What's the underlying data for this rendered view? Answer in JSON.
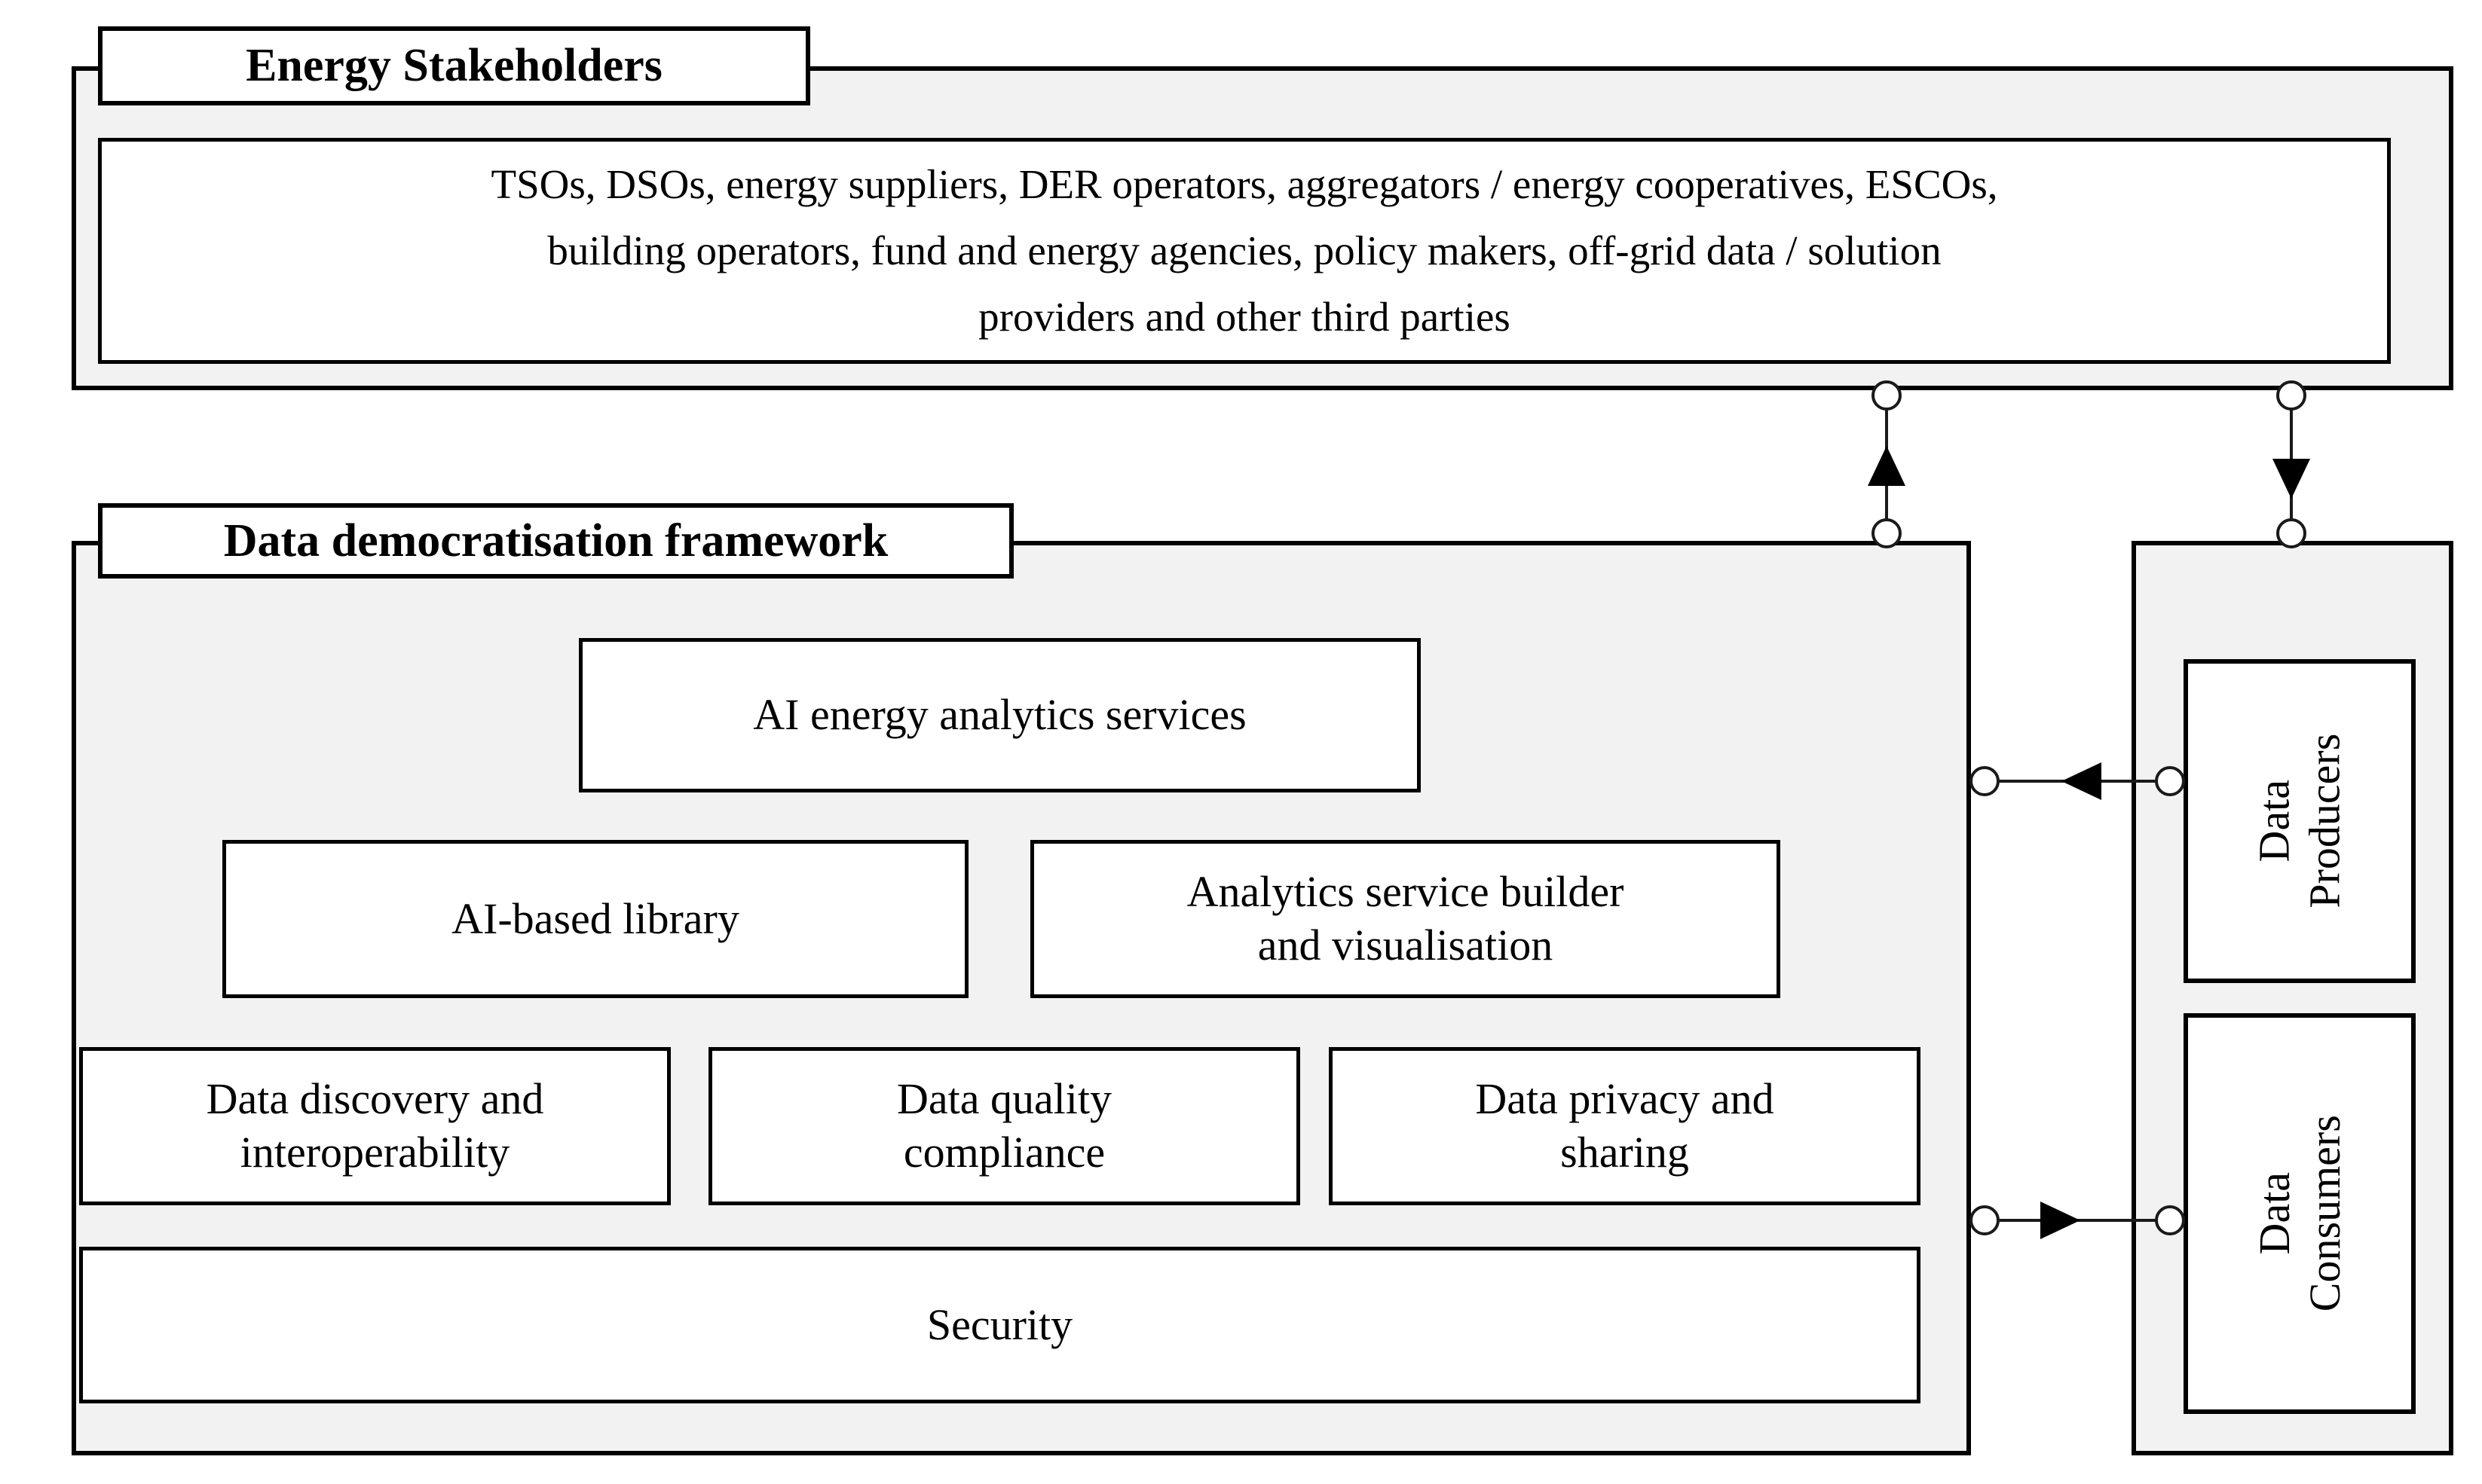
{
  "colors": {
    "background": "#ffffff",
    "container_fill": "#f2f2f2",
    "node_fill": "#ffffff",
    "border": "#000000"
  },
  "stakeholders": {
    "title": "Energy Stakeholders",
    "members": "TSOs, DSOs, energy suppliers, DER operators, aggregators / energy cooperatives, ESCOs,\nbuilding operators, fund and energy agencies, policy makers, off-grid data / solution\nproviders and other third parties"
  },
  "framework": {
    "title": "Data democratisation framework",
    "boxes": {
      "ai_services": "AI energy analytics services",
      "ai_library": "AI-based library",
      "builder": "Analytics service builder\nand visualisation",
      "discovery": "Data discovery and\ninteroperability",
      "quality": "Data quality\ncompliance",
      "privacy": "Data privacy and\nsharing",
      "security": "Security"
    }
  },
  "actors": {
    "producers": "Data\nProducers",
    "consumers": "Data\nConsumers"
  },
  "connectors": [
    {
      "id": "framework-to-stakeholders",
      "from": "data-democratisation-framework",
      "to": "energy-stakeholders",
      "arrow_direction": "up",
      "endpoints": "open-circles"
    },
    {
      "id": "stakeholders-to-actors",
      "from": "energy-stakeholders",
      "to": "actors-container",
      "arrow_direction": "down",
      "endpoints": "open-circles"
    },
    {
      "id": "producers-to-framework",
      "from": "data-producers",
      "to": "data-democratisation-framework",
      "arrow_direction": "left",
      "endpoints": "open-circles"
    },
    {
      "id": "framework-to-consumers",
      "from": "data-democratisation-framework",
      "to": "data-consumers",
      "arrow_direction": "right",
      "endpoints": "open-circles"
    }
  ]
}
